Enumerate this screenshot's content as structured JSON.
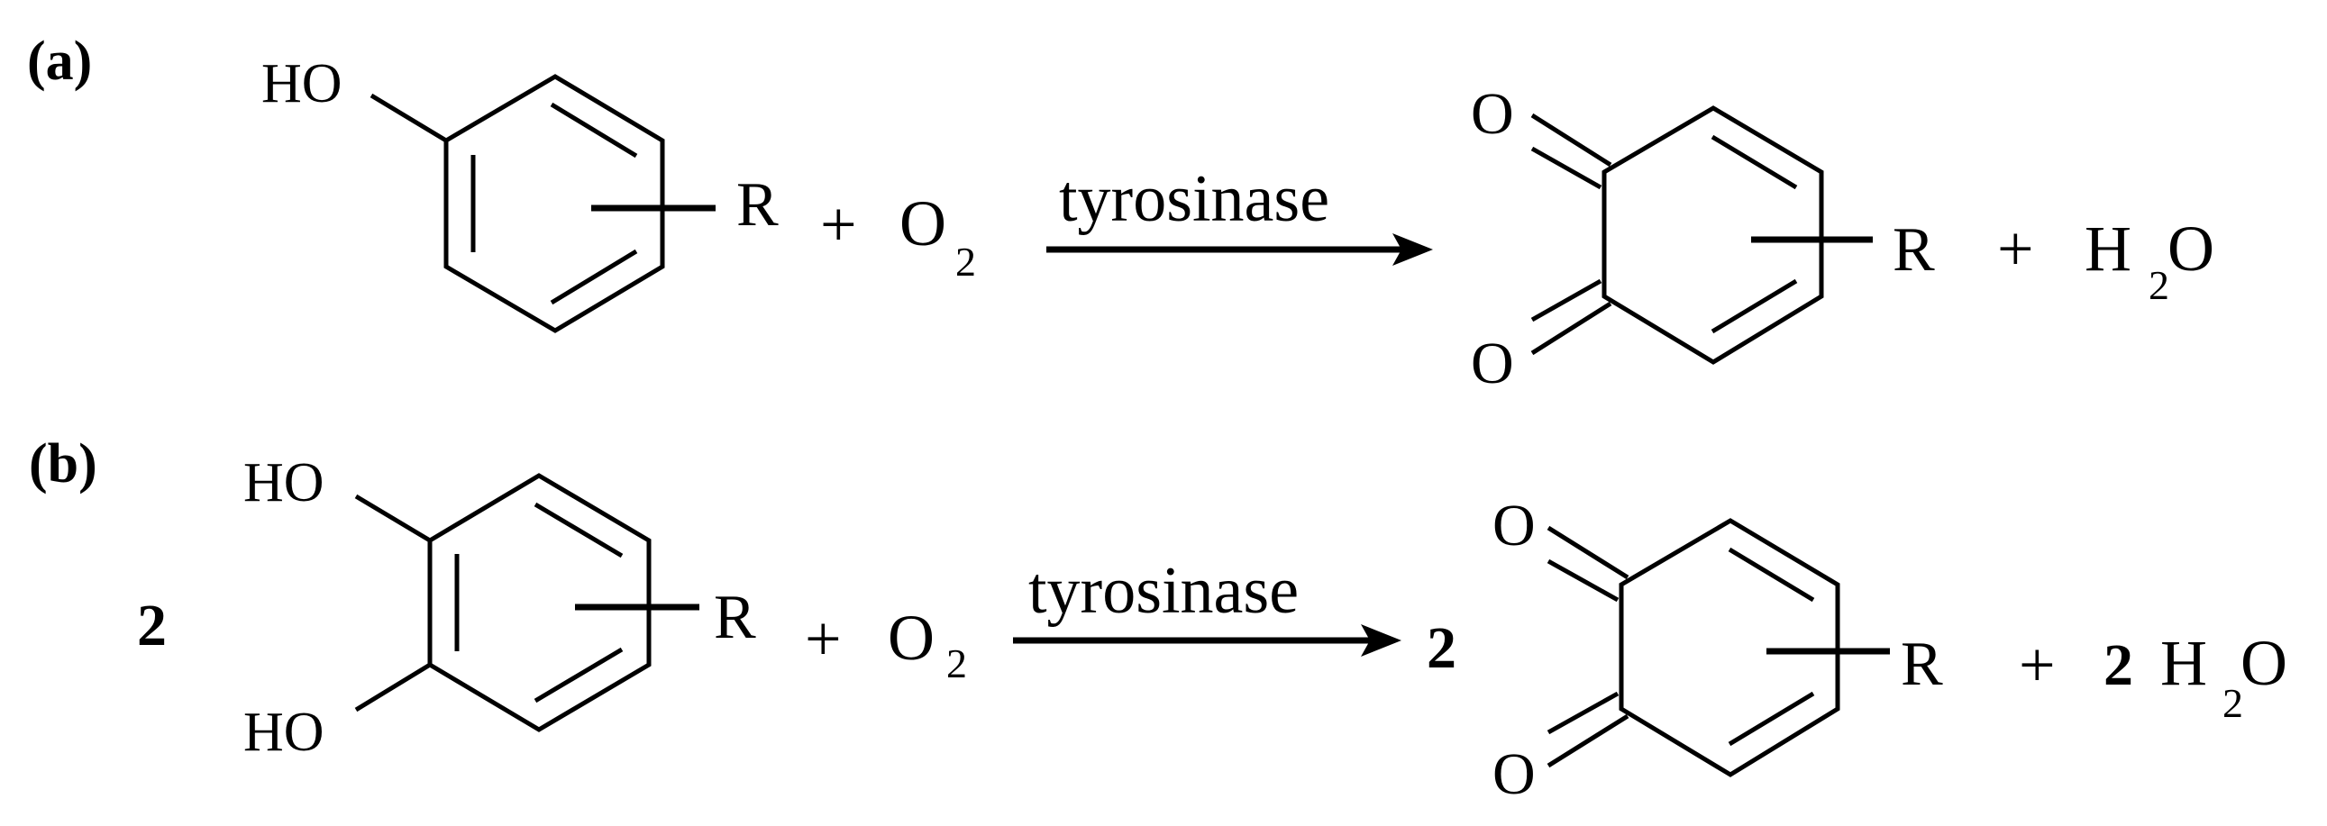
{
  "figure": {
    "panels": [
      {
        "label": "(a)",
        "reactant": {
          "substituent_1": "HO",
          "substituent_group": "R"
        },
        "plus_1": "+",
        "oxygen": {
          "symbol": "O",
          "subscript": "2"
        },
        "arrow_label": "tyrosinase",
        "product": {
          "oxo_1": "O",
          "oxo_2": "O",
          "substituent_group": "R"
        },
        "plus_2": "+",
        "byproduct": {
          "coefficient": "",
          "h": "H",
          "subscript": "2",
          "o": "O"
        }
      },
      {
        "label": "(b)",
        "reactant_coefficient": "2",
        "reactant": {
          "substituent_1": "HO",
          "substituent_2": "HO",
          "substituent_group": "R"
        },
        "plus_1": "+",
        "oxygen": {
          "symbol": "O",
          "subscript": "2"
        },
        "arrow_label": "tyrosinase",
        "product_coefficient": "2",
        "product": {
          "oxo_1": "O",
          "oxo_2": "O",
          "substituent_group": "R"
        },
        "plus_2": "+",
        "byproduct": {
          "coefficient": "2",
          "h": "H",
          "subscript": "2",
          "o": "O"
        }
      }
    ],
    "colors": {
      "ink": "#000000",
      "background": "#ffffff"
    }
  }
}
